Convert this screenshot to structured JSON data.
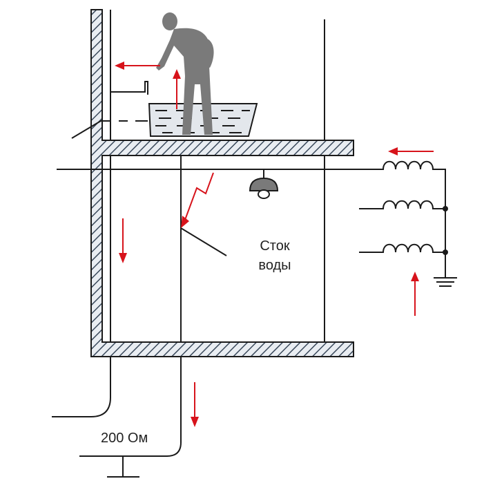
{
  "labels": {
    "drain_line1": "Сток",
    "drain_line2": "воды",
    "resistance": "200 Ом"
  },
  "colors": {
    "line": "#1a1a1a",
    "arrow": "#d7131b",
    "slab_fill": "#e9edf2",
    "hatch": "#39485a",
    "figure": "#7a7a7a",
    "water": "#e3e7ec"
  },
  "icons": [
    "person-figure",
    "ceiling-lamp-icon",
    "ground-symbol-icon",
    "inductor-coil-icon",
    "lightning-bolt-icon",
    "red-arrow-icon"
  ]
}
